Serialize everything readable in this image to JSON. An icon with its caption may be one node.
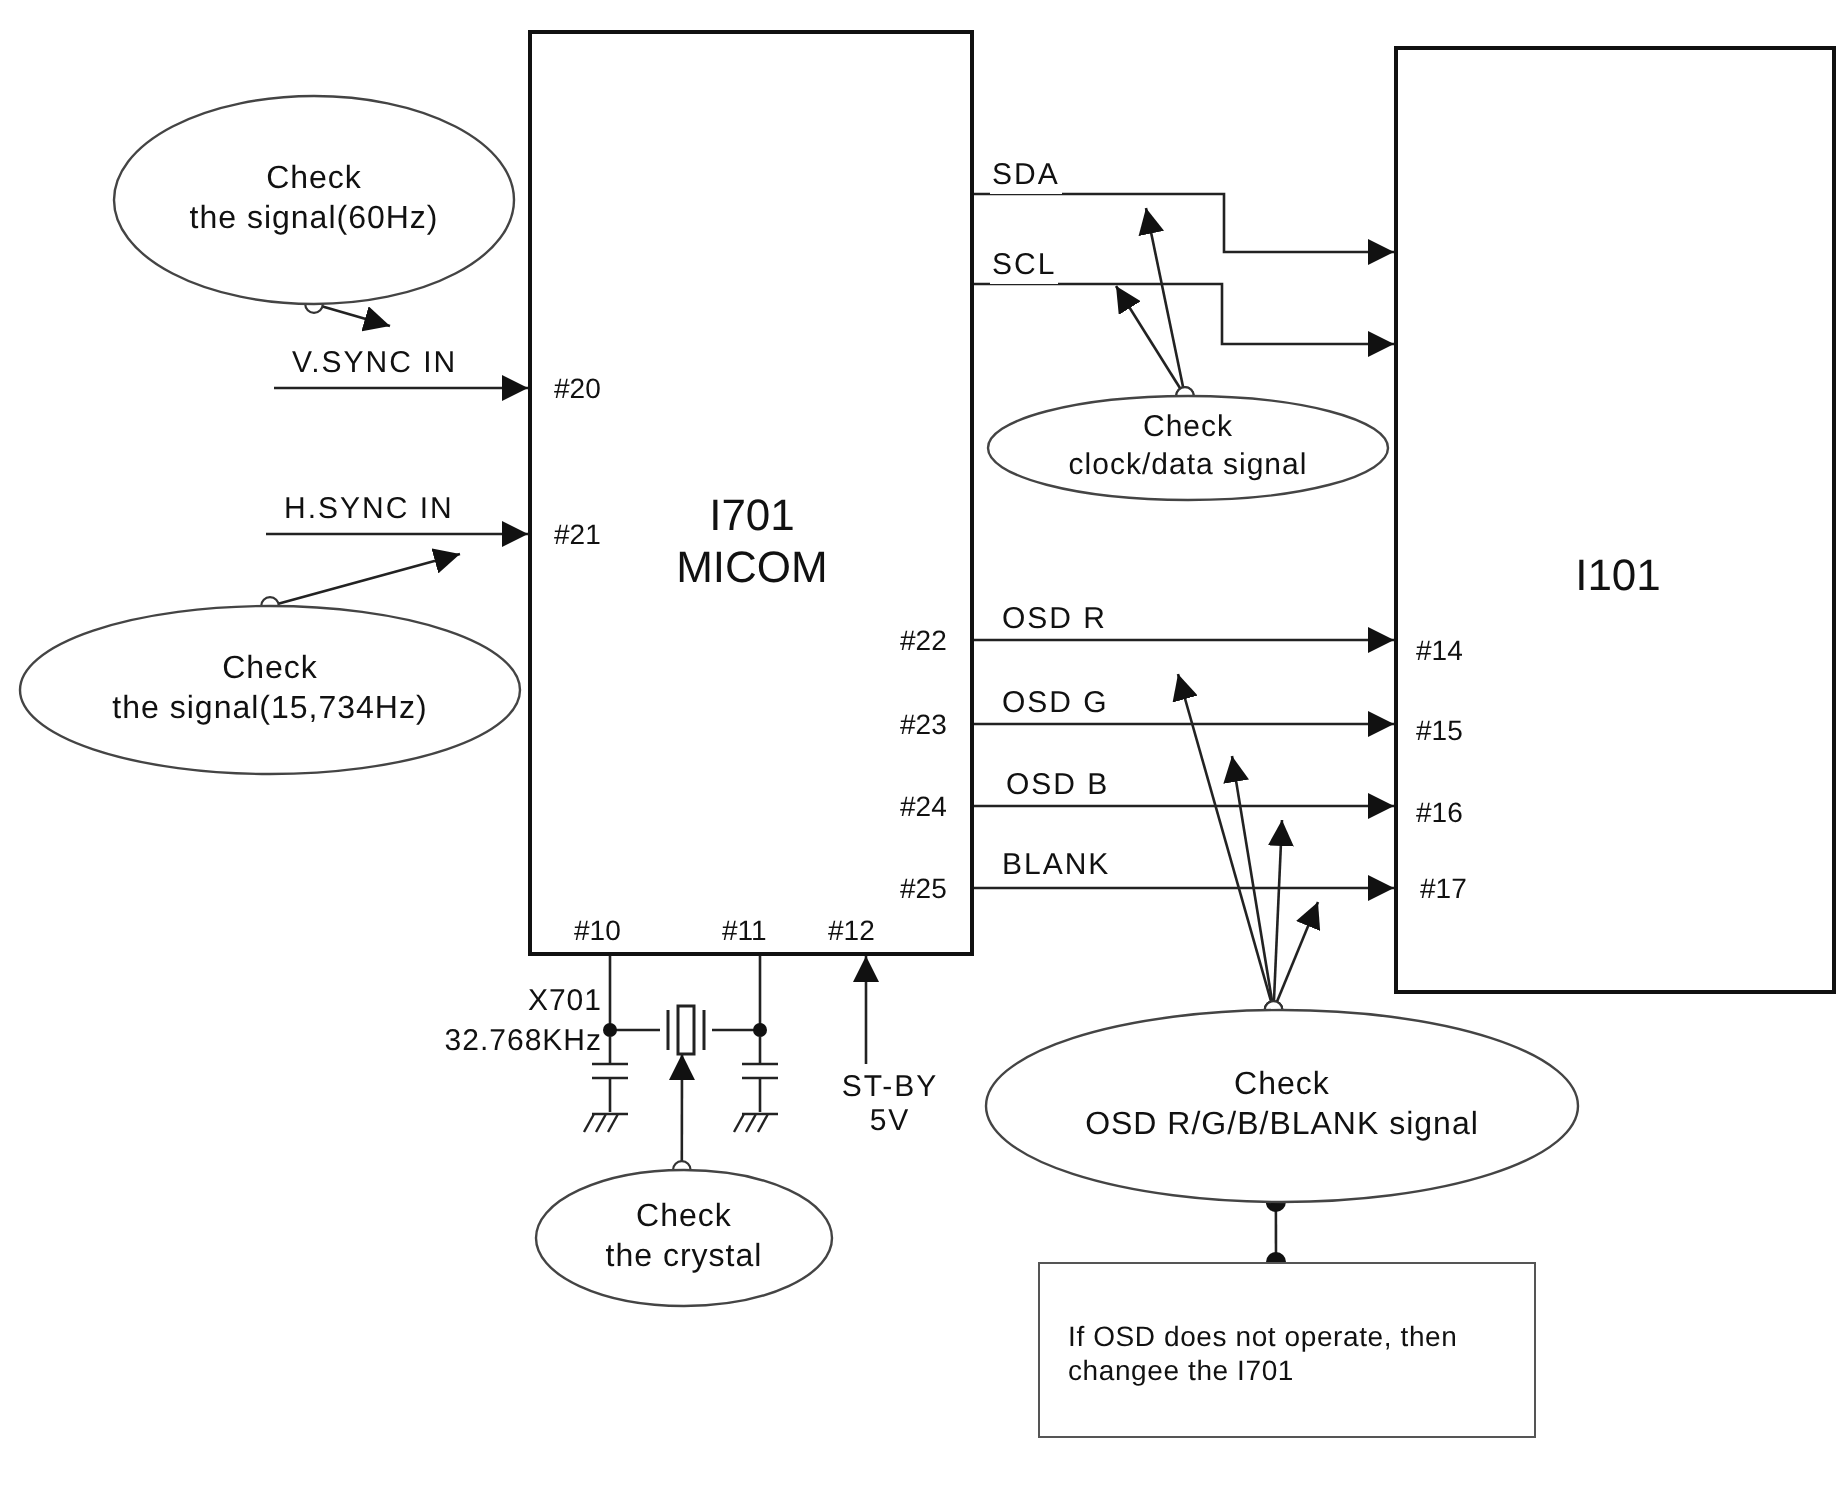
{
  "diagram": {
    "nodes": [
      {
        "text": [
          "I701 MICOM"
        ]
      },
      {
        "text": [
          "I101"
        ]
      },
      {
        "text": [
          "Check",
          "the signal(60Hz)"
        ]
      },
      {
        "text": [
          "Check",
          "the signal(15,734Hz)"
        ]
      },
      {
        "text": [
          "Check",
          "clock/data signal"
        ]
      },
      {
        "text": [
          "Check",
          "OSD R/G/B/BLANK signal"
        ]
      },
      {
        "text": [
          "Check",
          "the crystal"
        ]
      },
      {
        "text": [
          "If OSD does not operate, then changee the I701"
        ]
      },
      {
        "text": [],
        "shape": "crystal"
      }
    ],
    "edges": [
      {
        "from": null,
        "to": 0,
        "arrow": "to",
        "label": "V.SYNC IN"
      },
      {
        "from": null,
        "to": 0,
        "arrow": "to",
        "label": "H.SYNC IN"
      },
      {
        "from": 0,
        "to": 1,
        "arrow": "to",
        "label": "SDA"
      },
      {
        "from": 0,
        "to": 1,
        "arrow": "to",
        "label": "SCL"
      },
      {
        "from": 0,
        "to": 1,
        "arrow": "to",
        "label": "OSD R"
      },
      {
        "from": 0,
        "to": 1,
        "arrow": "to",
        "label": "OSD G"
      },
      {
        "from": 0,
        "to": 1,
        "arrow": "to",
        "label": "OSD B"
      },
      {
        "from": 0,
        "to": 1,
        "arrow": "to",
        "label": "BLANK"
      },
      {
        "from": null,
        "to": 0,
        "arrow": "to",
        "label": "ST-BY 5V"
      },
      {
        "from": 0,
        "to": 8,
        "arrow": "none"
      },
      {
        "from": 0,
        "to": 8,
        "arrow": "none"
      },
      {
        "from": 2,
        "to": null,
        "arrow": "to"
      },
      {
        "from": 3,
        "to": null,
        "arrow": "to"
      },
      {
        "from": 4,
        "to": null,
        "arrow": "to"
      },
      {
        "from": 4,
        "to": null,
        "arrow": "to"
      },
      {
        "from": 5,
        "to": null,
        "arrow": "to"
      },
      {
        "from": 5,
        "to": null,
        "arrow": "to"
      },
      {
        "from": 5,
        "to": null,
        "arrow": "to"
      },
      {
        "from": 5,
        "to": null,
        "arrow": "to"
      },
      {
        "from": 6,
        "to": 8,
        "arrow": "to"
      },
      {
        "from": 5,
        "to": 7,
        "arrow": "other"
      }
    ],
    "labels": [
      "X701 32.768KHz",
      "#20",
      "#21",
      "#22",
      "#23",
      "#24",
      "#25",
      "#10",
      "#11",
      "#12",
      "#14",
      "#15",
      "#16",
      "#17"
    ]
  }
}
